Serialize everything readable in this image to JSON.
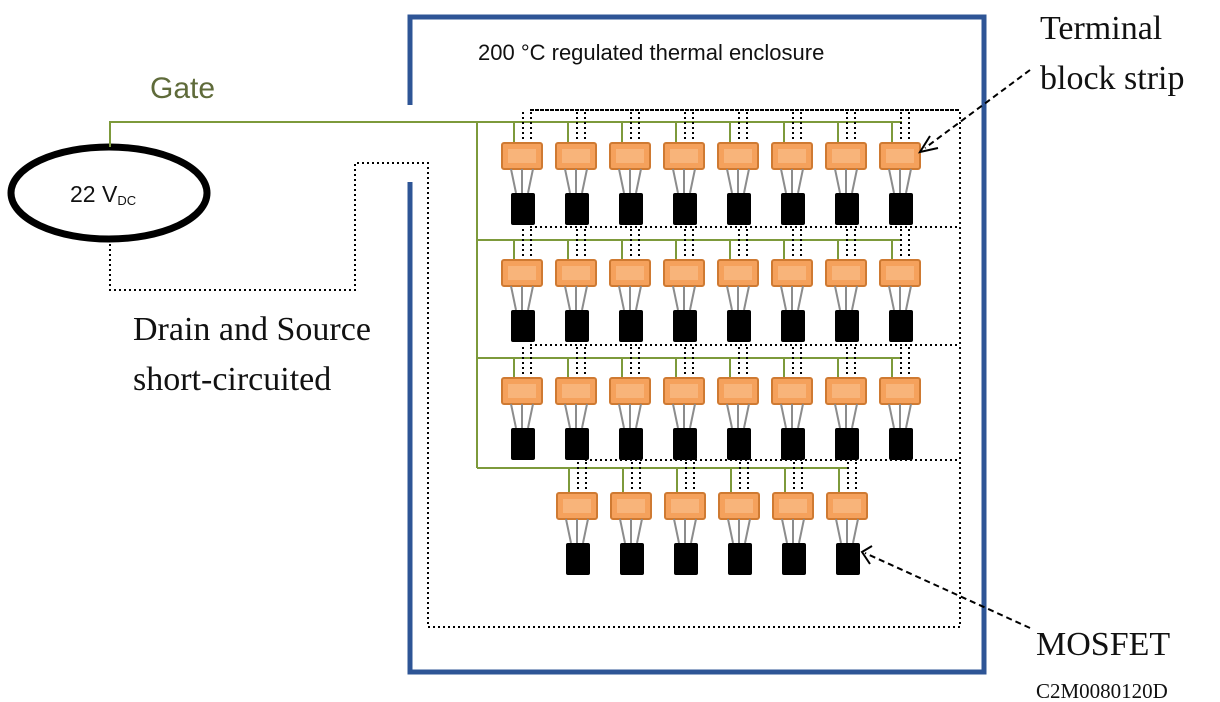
{
  "labels": {
    "gate": "Gate",
    "enclosure": "200 °C regulated thermal enclosure",
    "source_value": "22 V",
    "source_subscript": "DC",
    "terminal_block_line1": "Terminal",
    "terminal_block_line2": "block strip",
    "drain_source_line1": "Drain and Source",
    "drain_source_line2": "short-circuited",
    "mosfet": "MOSFET",
    "part_number": "C2M0080120D"
  },
  "array": {
    "rows": [
      8,
      8,
      8,
      6
    ],
    "total_devices": 30
  },
  "colors": {
    "enclosure_border": "#2e5596",
    "gate_wire": "#7d9a3b",
    "terminal_block_fill": "#f5a15c",
    "terminal_block_edge": "#cf7a32",
    "mosfet_body": "#000000",
    "lead": "#8c8c8c",
    "short_wire": "#000000"
  }
}
